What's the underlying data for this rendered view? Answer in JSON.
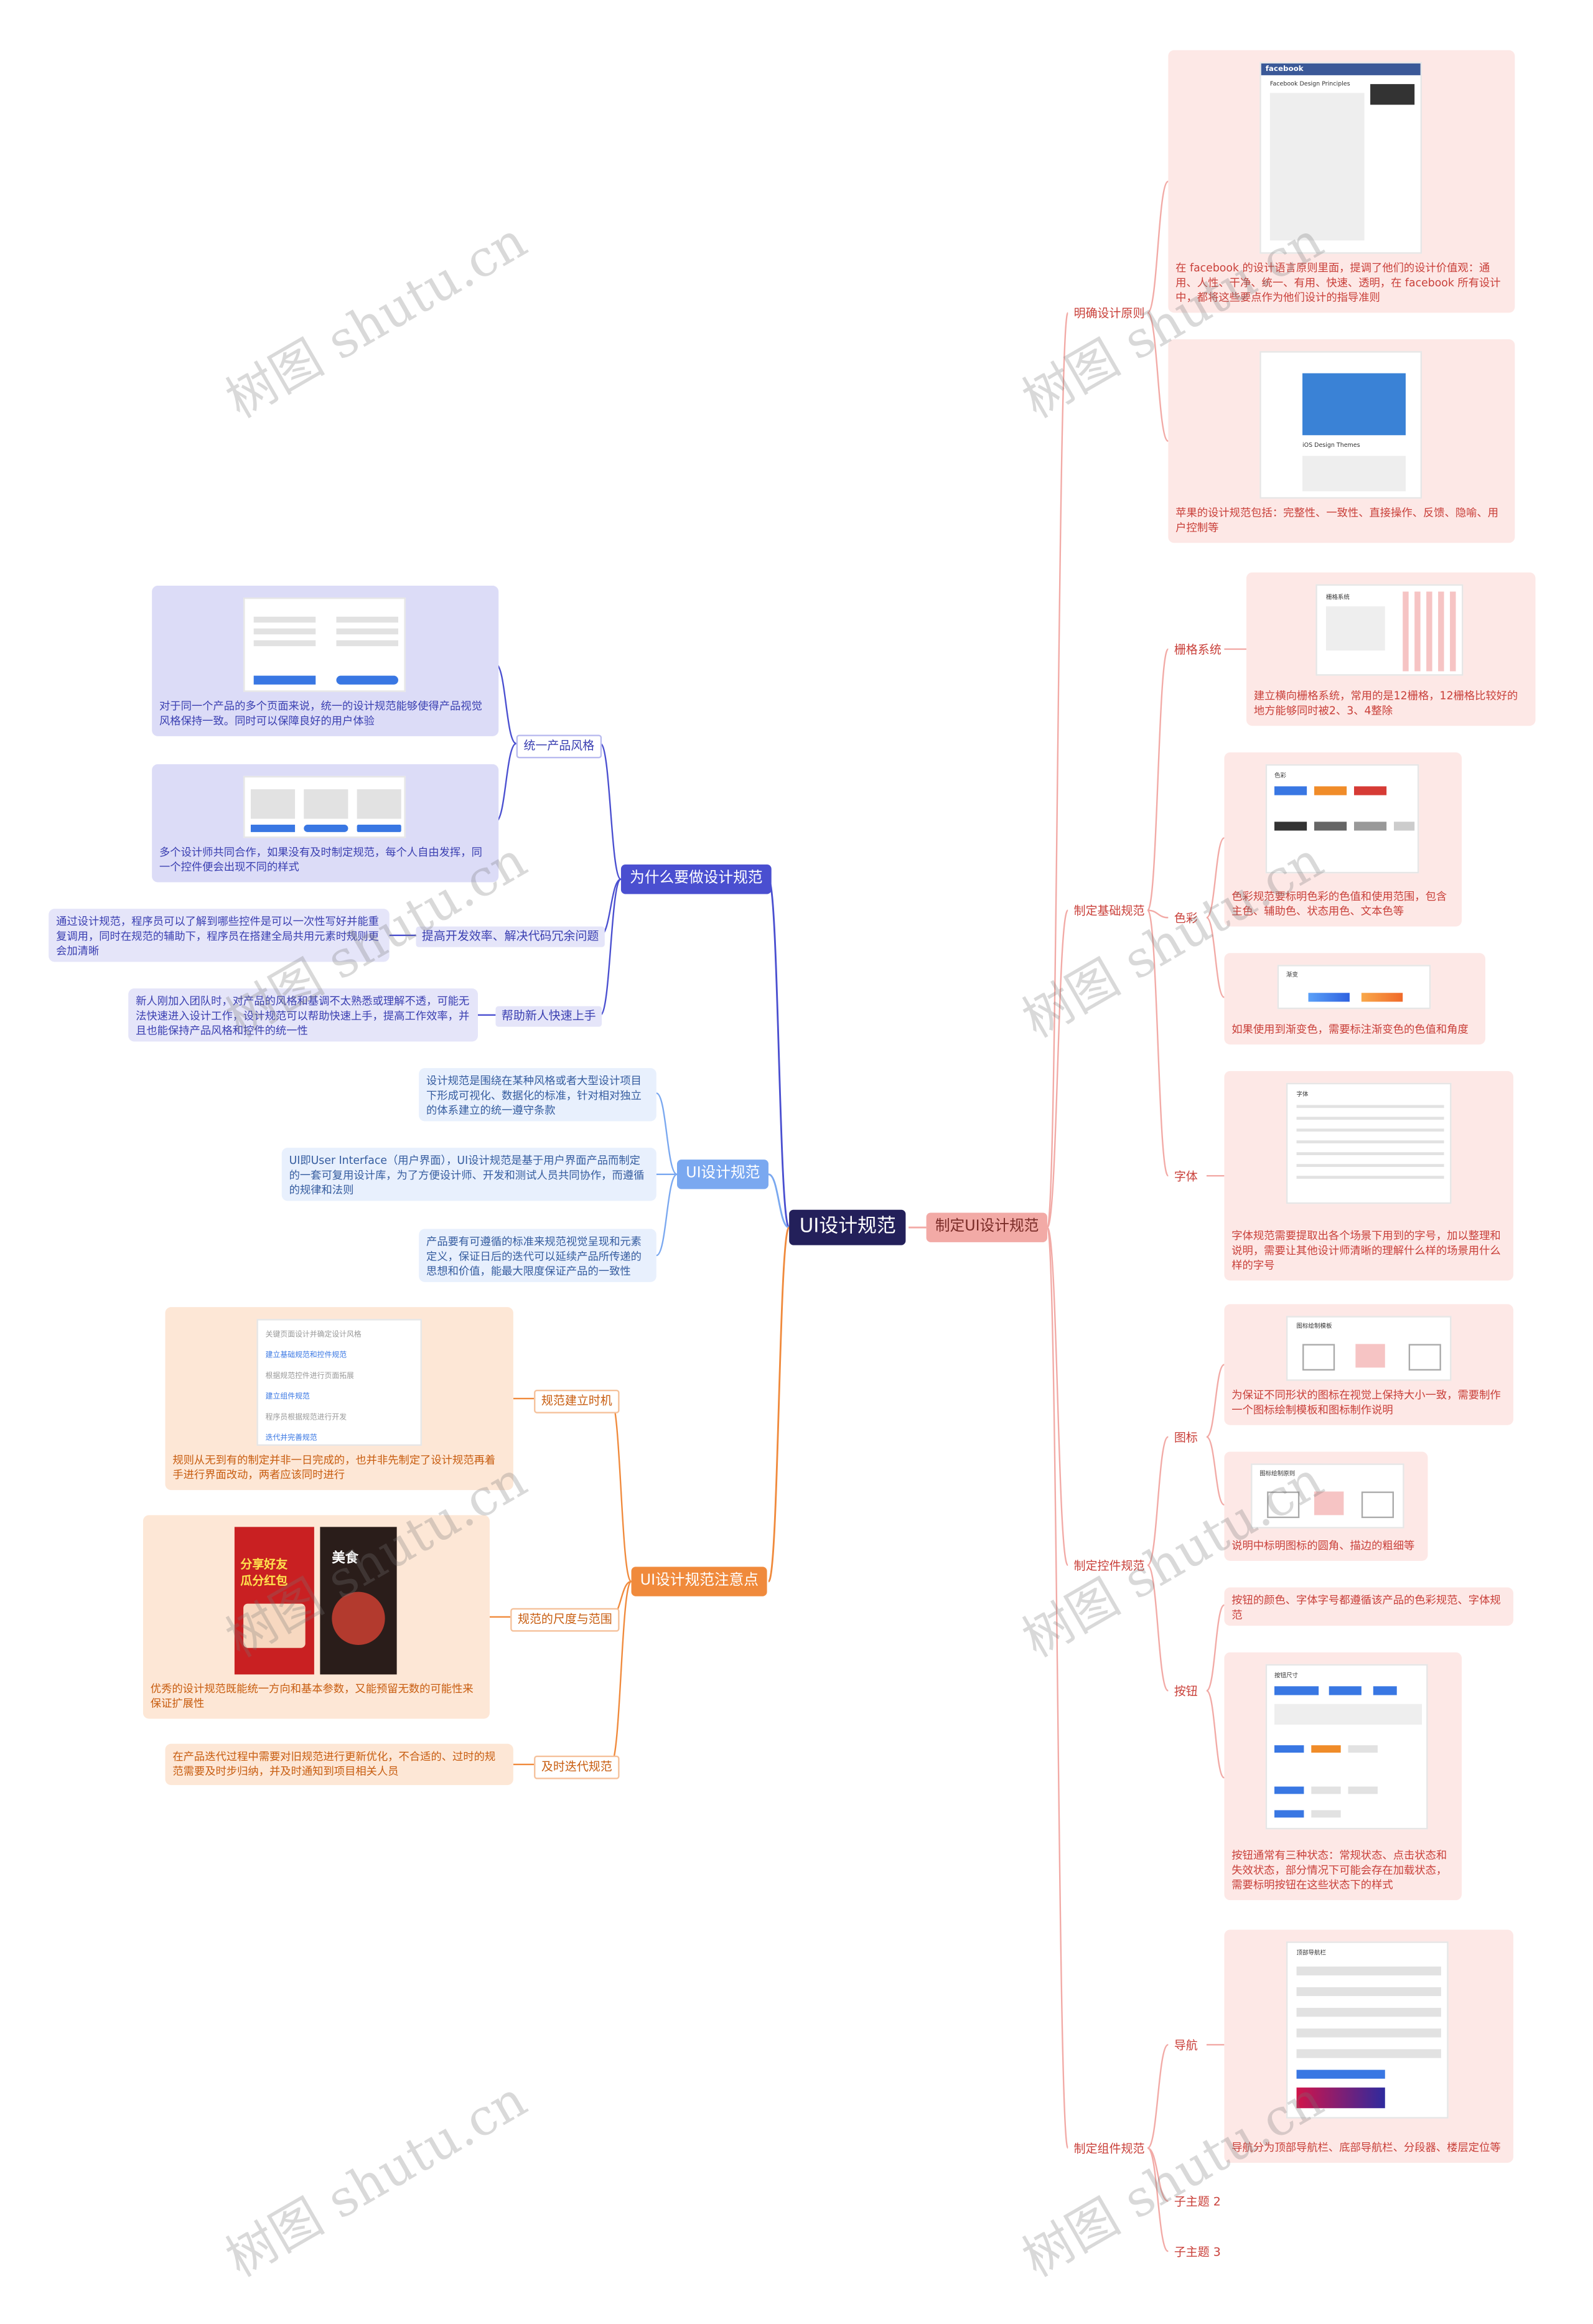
{
  "root": "UI设计规范",
  "branches": {
    "why": {
      "title": "为什么要做设计规范",
      "items": [
        {
          "label": "统一产品风格",
          "notes": [
            "对于同一个产品的多个页面来说，统一的设计规范能够使得产品视觉风格保持一致。同时可以保障良好的用户体验",
            "多个设计师共同合作，如果没有及时制定规范，每个人自由发挥，同一个控件便会出现不同的样式"
          ]
        },
        {
          "label": "提高开发效率、解决代码冗余问题",
          "notes": [
            "通过设计规范，程序员可以了解到哪些控件是可以一次性写好并能重复调用，同时在规范的辅助下，程序员在搭建全局共用元素时规则更会加清晰"
          ]
        },
        {
          "label": "帮助新人快速上手",
          "notes": [
            "新人刚加入团队时，对产品的风格和基调不太熟悉或理解不透，可能无法快速进入设计工作，设计规范可以帮助快速上手，提高工作效率，并且也能保持产品风格和控件的统一性"
          ]
        }
      ]
    },
    "define": {
      "title": "UI设计规范",
      "notes": [
        "设计规范是围绕在某种风格或者大型设计项目下形成可视化、数据化的标准，针对相对独立的体系建立的统一遵守条款",
        "UI即User Interface（用户界面），UI设计规范是基于用户界面产品而制定的一套可复用设计库，为了方便设计师、开发和测试人员共同协作，而遵循的规律和法则",
        "产品要有可遵循的标准来规范视觉呈现和元素定义，保证日后的迭代可以延续产品所传递的思想和价值，能最大限度保证产品的一致性"
      ]
    },
    "attention": {
      "title": "UI设计规范注意点",
      "items": [
        {
          "label": "规范建立时机",
          "steps": [
            "关键页面设计并确定设计风格",
            "建立基础规范和控件规范",
            "根据规范控件进行页面拓展",
            "建立组件规范",
            "程序员根据规范进行开发",
            "迭代并完善规范"
          ],
          "note": "规则从无到有的制定并非一日完成的，也并非先制定了设计规范再着手进行界面改动，两者应该同时进行"
        },
        {
          "label": "规范的尺度与范围",
          "poster_text": [
            "分享好友",
            "瓜分红包",
            "美食"
          ],
          "note": "优秀的设计规范既能统一方向和基本参数，又能预留无数的可能性来保证扩展性"
        },
        {
          "label": "及时迭代规范",
          "note": "在产品迭代过程中需要对旧规范进行更新优化，不合适的、过时的规范需要及时步归纳，并及时通知到项目相关人员"
        }
      ]
    },
    "make": {
      "title": "制定UI设计规范",
      "items": [
        {
          "label": "明确设计原则",
          "cards": [
            {
              "note": "在 facebook 的设计语言原则里面，提调了他们的设计价值观：通用、人性、干净、统一、有用、快速、透明，在 facebook 所有设计中，都将这些要点作为他们设计的指导准则",
              "thumb_title": "Facebook Design Principles",
              "logo": "facebook"
            },
            {
              "note": "苹果的设计规范包括：完整性、一致性、直接操作、反馈、隐喻、用户控制等",
              "thumb_title": "iOS Design Themes"
            }
          ]
        },
        {
          "label": "制定基础规范",
          "subs": [
            {
              "label": "栅格系统",
              "cards": [
                {
                  "note": "建立横向栅格系统，常用的是12栅格，12栅格比较好的地方能够同时被2、3、4整除",
                  "thumb_title": "栅格系统"
                }
              ]
            },
            {
              "label": "色彩",
              "cards": [
                {
                  "note": "色彩规范要标明色彩的色值和使用范围，包含主色、辅助色、状态用色、文本色等",
                  "thumb_title": "色彩"
                },
                {
                  "note": "如果使用到渐变色，需要标注渐变色的色值和角度",
                  "thumb_title": "渐变"
                }
              ]
            },
            {
              "label": "字体",
              "cards": [
                {
                  "note": "字体规范需要提取出各个场景下用到的字号，加以整理和说明，需要让其他设计师清晰的理解什么样的场景用什么样的字号",
                  "thumb_title": "字体"
                }
              ]
            }
          ]
        },
        {
          "label": "制定控件规范",
          "subs": [
            {
              "label": "图标",
              "cards": [
                {
                  "note": "为保证不同形状的图标在视觉上保持大小一致，需要制作一个图标绘制模板和图标制作说明",
                  "thumb_title": "图标绘制模板"
                },
                {
                  "note": "说明中标明图标的圆角、描边的粗细等",
                  "thumb_title": "图标绘制原则"
                }
              ]
            },
            {
              "label": "按钮",
              "cards": [
                {
                  "note": "按钮的颜色、字体字号都遵循该产品的色彩规范、字体规范"
                },
                {
                  "note": "按钮通常有三种状态：常规状态、点击状态和失效状态，部分情况下可能会存在加载状态，需要标明按钮在这些状态下的样式",
                  "thumb_title": "按钮尺寸"
                }
              ]
            }
          ]
        },
        {
          "label": "制定组件规范",
          "subs": [
            {
              "label": "导航",
              "cards": [
                {
                  "note": "导航分为顶部导航栏、底部导航栏、分段器、楼层定位等",
                  "thumb_title": "顶部导航栏"
                }
              ]
            },
            {
              "label": "子主题 2"
            },
            {
              "label": "子主题 3"
            }
          ]
        }
      ]
    }
  },
  "watermark": "树图 shutu.cn",
  "colors": {
    "root": "#23205a",
    "purple": "#4a4fd0",
    "blue": "#7aa8f0",
    "orange": "#f08a3c",
    "red": "#f2aaa6",
    "purple_bg": "#dcdcf7",
    "blue_bg": "#e8f0fd",
    "orange_bg": "#fde7d6",
    "red_bg": "#fde8e6"
  }
}
